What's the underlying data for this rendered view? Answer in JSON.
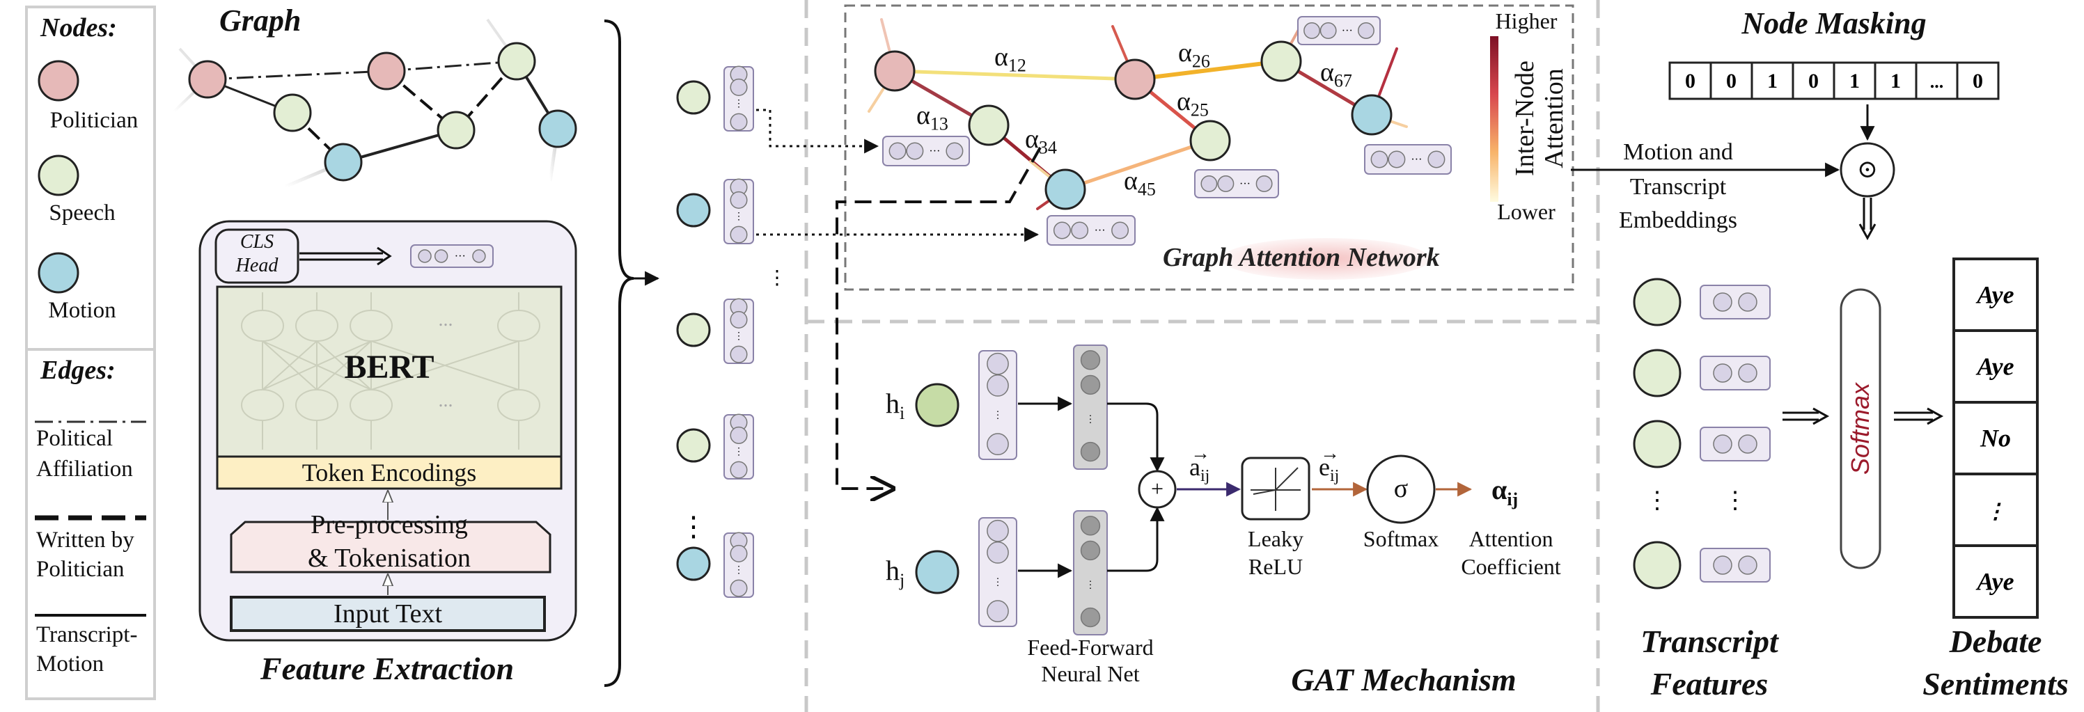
{
  "colors": {
    "politician": "#e6b9b8",
    "speech": "#e3eed4",
    "motion": "#a9d6e2",
    "bert_bg": "#e6ead9",
    "token_bg": "#fdefc4",
    "preproc_bg": "#f8e8e8",
    "input_bg": "#dfe9f0",
    "extract_bg": "#f2eff8",
    "vector_bg": "#eeeaf4",
    "cell": "#d8d3e6",
    "highlight": "#f5c9c9",
    "attention_high": "#8b1a2b",
    "attention_low": "#fff8d0"
  },
  "legend": {
    "nodes_title": "Nodes:",
    "politician": "Politician",
    "speech": "Speech",
    "motion": "Motion",
    "edges_title": "Edges:",
    "political_1": "Political",
    "political_2": "Affiliation",
    "written_1": "Written by",
    "written_2": "Politician",
    "transcript_1": "Transcript-",
    "transcript_2": "Motion"
  },
  "feature_extraction": {
    "graph_title": "Graph",
    "cls_1": "CLS",
    "cls_2": "Head",
    "bert": "BERT",
    "token_encodings": "Token Encodings",
    "preproc_1": "Pre-processing",
    "preproc_2": "& Tokenisation",
    "input_text": "Input Text",
    "title": "Feature Extraction",
    "ellipsis": "..."
  },
  "gat_network": {
    "title": "Graph Attention Network",
    "scale_high": "Higher",
    "scale_low": "Lower",
    "scale_label_1": "Inter-Node",
    "scale_label_2": "Attention",
    "alpha12": "α",
    "sub12": "12",
    "alpha26": "α",
    "sub26": "26",
    "alpha13": "α",
    "sub13": "13",
    "alpha25": "α",
    "sub25": "25",
    "alpha34": "α",
    "sub34": "34",
    "alpha67": "α",
    "sub67": "67",
    "alpha45": "α",
    "sub45": "45"
  },
  "gat_mechanism": {
    "hi": "h",
    "hi_sub": "i",
    "hj": "h",
    "hj_sub": "j",
    "ffnn_1": "Feed-Forward",
    "ffnn_2": "Neural Net",
    "plus": "+",
    "a_ij": "a",
    "a_sub": "ij",
    "e_ij": "e",
    "e_sub": "ij",
    "leaky_1": "Leaky",
    "leaky_2": "ReLU",
    "sigma": "σ",
    "softmax": "Softmax",
    "alpha_out": "α",
    "alpha_out_sub": "ij",
    "attention_1": "Attention",
    "attention_2": "Coefficient",
    "title": "GAT Mechanism"
  },
  "right": {
    "node_masking": "Node Masking",
    "mask": [
      "0",
      "0",
      "1",
      "0",
      "1",
      "1",
      "...",
      "0"
    ],
    "odot": "⊙",
    "motion_1": "Motion and",
    "motion_2": "Transcript",
    "motion_3": "Embeddings",
    "softmax": "Softmax",
    "sentiments": [
      "Aye",
      "Aye",
      "No",
      "⋮",
      "Aye"
    ],
    "transcript_1": "Transcript",
    "transcript_2": "Features",
    "debate_1": "Debate",
    "debate_2": "Sentiments"
  }
}
